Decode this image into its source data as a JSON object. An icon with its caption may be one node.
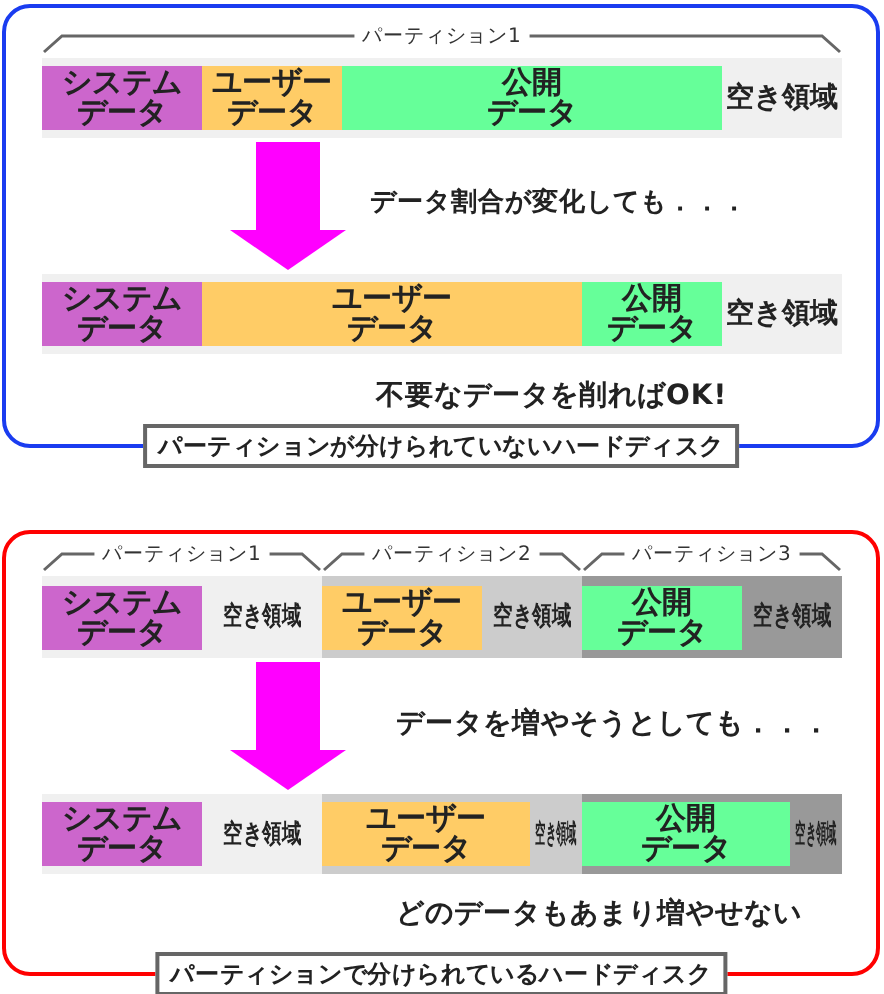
{
  "diagram": {
    "nodes": [
      {
        "text": [
          "パーティションが分けられていないハードディスク"
        ]
      },
      {
        "text": [
          "パーティション1",
          "空き領域"
        ],
        "in": 0
      },
      {
        "text": [
          "システムデータ"
        ],
        "in": 1
      },
      {
        "text": [
          "ユーザーデータ"
        ],
        "in": 1
      },
      {
        "text": [
          "公開データ"
        ],
        "in": 1
      },
      {
        "text": [
          "空き領域"
        ],
        "in": 0
      },
      {
        "text": [
          "システムデータ"
        ],
        "in": 5
      },
      {
        "text": [
          "ユーザーデータ"
        ],
        "in": 5
      },
      {
        "text": [
          "公開データ"
        ],
        "in": 5
      },
      {
        "text": [
          "パーティションで分けられているハードディスク"
        ]
      },
      {
        "text": [],
        "shape": "bar",
        "in": 9
      },
      {
        "text": [
          "パーティション1",
          "空き領域"
        ],
        "in": 10
      },
      {
        "text": [
          "システムデータ"
        ],
        "in": 11
      },
      {
        "text": [
          "パーティション2",
          "空き領域"
        ],
        "in": 10
      },
      {
        "text": [
          "ユーザーデータ"
        ],
        "in": 13
      },
      {
        "text": [
          "パーティション3",
          "空き領域"
        ],
        "in": 10
      },
      {
        "text": [
          "公開データ"
        ],
        "in": 15
      },
      {
        "text": [],
        "shape": "bar",
        "in": 9
      },
      {
        "text": [
          "空き領域"
        ],
        "in": 17
      },
      {
        "text": [
          "システムデータ"
        ],
        "in": 18
      },
      {
        "text": [
          "空き領域"
        ],
        "in": 17
      },
      {
        "text": [
          "ユーザーデータ"
        ],
        "in": 20
      },
      {
        "text": [
          "空き領域"
        ],
        "in": 17
      },
      {
        "text": [
          "公開データ"
        ],
        "in": 22
      }
    ],
    "edges": [
      {
        "from": 1,
        "to": 5,
        "arrow": "to",
        "label": "データ割合が変化しても．．．"
      },
      {
        "from": 10,
        "to": 17,
        "arrow": "to",
        "label": "データを増やそうとしても．．．"
      }
    ],
    "labels": [
      "不要なデータを削ればOK!",
      "どのデータもあまり増やせない"
    ]
  }
}
